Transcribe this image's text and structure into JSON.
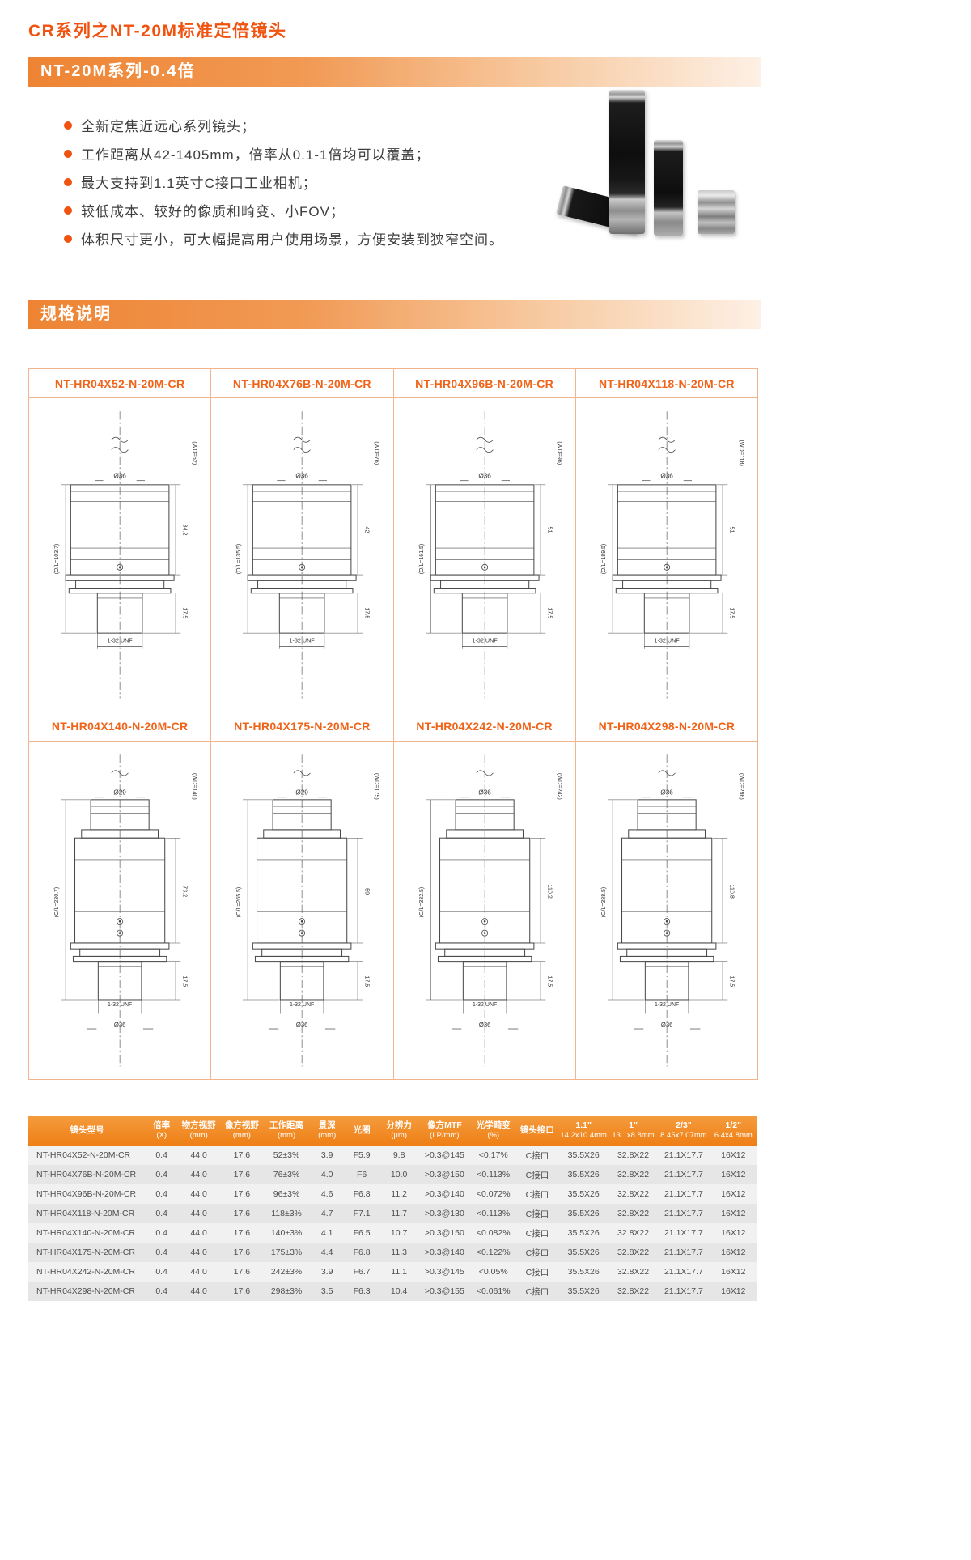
{
  "page": {
    "title": "CR系列之NT-20M标准定倍镜头",
    "series_banner": "NT-20M系列-0.4倍",
    "spec_banner": "规格说明",
    "accent_color": "#f0520f"
  },
  "features": [
    "全新定焦近远心系列镜头；",
    "工作距离从42-1405mm，倍率从0.1-1倍均可以覆盖；",
    "最大支持到1.1英寸C接口工业相机；",
    "较低成本、较好的像质和畸变、小FOV；",
    "体积尺寸更小，可大幅提高用户使用场景，方便安装到狭窄空间。"
  ],
  "drawings": [
    {
      "model": "NT-HR04X52-N-20M-CR",
      "variant": "short",
      "wd": "(WD=52)",
      "dia": "Ø36",
      "len": "(O/L=103.7)",
      "side1": "34.2",
      "side2": "17.5",
      "thread": "1-32 UNF",
      "dia2": ""
    },
    {
      "model": "NT-HR04X76B-N-20M-CR",
      "variant": "short",
      "wd": "(WD=76)",
      "dia": "Ø36",
      "len": "(O/L=135.5)",
      "side1": "42",
      "side2": "17.5",
      "thread": "1-32 UNF",
      "dia2": ""
    },
    {
      "model": "NT-HR04X96B-N-20M-CR",
      "variant": "short",
      "wd": "(WD=96)",
      "dia": "Ø36",
      "len": "(O/L=161.5)",
      "side1": "51",
      "side2": "17.5",
      "thread": "1-32 UNF",
      "dia2": ""
    },
    {
      "model": "NT-HR04X118-N-20M-CR",
      "variant": "short",
      "wd": "(WD=118)",
      "dia": "Ø36",
      "len": "(O/L=189.5)",
      "side1": "51",
      "side2": "17.5",
      "thread": "1-32 UNF",
      "dia2": ""
    },
    {
      "model": "NT-HR04X140-N-20M-CR",
      "variant": "tall",
      "wd": "(WD=140)",
      "dia": "Ø29",
      "len": "(O/L=230.7)",
      "side1": "73.2",
      "side2": "17.5",
      "thread": "1-32 UNF",
      "dia2": "Ø36"
    },
    {
      "model": "NT-HR04X175-N-20M-CR",
      "variant": "tall",
      "wd": "(WD=175)",
      "dia": "Ø29",
      "len": "(O/L=265.5)",
      "side1": "59",
      "side2": "17.5",
      "thread": "1-32 UNF",
      "dia2": "Ø36"
    },
    {
      "model": "NT-HR04X242-N-20M-CR",
      "variant": "tall",
      "wd": "(WD=242)",
      "dia": "Ø36",
      "len": "(O/L=332.5)",
      "side1": "110.2",
      "side2": "17.5",
      "thread": "1-32 UNF",
      "dia2": "Ø36"
    },
    {
      "model": "NT-HR04X298-N-20M-CR",
      "variant": "tall",
      "wd": "(WD=298)",
      "dia": "Ø36",
      "len": "(O/L=388.5)",
      "side1": "110.8",
      "side2": "17.5",
      "thread": "1-32 UNF",
      "dia2": "Ø36"
    }
  ],
  "table": {
    "headers": [
      {
        "l1": "镜头型号",
        "l2": ""
      },
      {
        "l1": "倍率",
        "l2": "(X)"
      },
      {
        "l1": "物方视野",
        "l2": "(mm)"
      },
      {
        "l1": "像方视野",
        "l2": "(mm)"
      },
      {
        "l1": "工作距离",
        "l2": "(mm)"
      },
      {
        "l1": "景深",
        "l2": "(mm)"
      },
      {
        "l1": "光圈",
        "l2": ""
      },
      {
        "l1": "分辨力",
        "l2": "(μm)"
      },
      {
        "l1": "像方MTF",
        "l2": "(LP/mm)"
      },
      {
        "l1": "光学畸变",
        "l2": "(%)"
      },
      {
        "l1": "镜头接口",
        "l2": ""
      },
      {
        "l1": "1.1\"",
        "l2": "14.2x10.4mm"
      },
      {
        "l1": "1\"",
        "l2": "13.1x8.8mm"
      },
      {
        "l1": "2/3\"",
        "l2": "8.45x7.07mm"
      },
      {
        "l1": "1/2\"",
        "l2": "6.4x4.8mm"
      }
    ],
    "rows": [
      [
        "NT-HR04X52-N-20M-CR",
        "0.4",
        "44.0",
        "17.6",
        "52±3%",
        "3.9",
        "F5.9",
        "9.8",
        ">0.3@145",
        "<0.17%",
        "C接口",
        "35.5X26",
        "32.8X22",
        "21.1X17.7",
        "16X12"
      ],
      [
        "NT-HR04X76B-N-20M-CR",
        "0.4",
        "44.0",
        "17.6",
        "76±3%",
        "4.0",
        "F6",
        "10.0",
        ">0.3@150",
        "<0.113%",
        "C接口",
        "35.5X26",
        "32.8X22",
        "21.1X17.7",
        "16X12"
      ],
      [
        "NT-HR04X96B-N-20M-CR",
        "0.4",
        "44.0",
        "17.6",
        "96±3%",
        "4.6",
        "F6.8",
        "11.2",
        ">0.3@140",
        "<0.072%",
        "C接口",
        "35.5X26",
        "32.8X22",
        "21.1X17.7",
        "16X12"
      ],
      [
        "NT-HR04X118-N-20M-CR",
        "0.4",
        "44.0",
        "17.6",
        "118±3%",
        "4.7",
        "F7.1",
        "11.7",
        ">0.3@130",
        "<0.113%",
        "C接口",
        "35.5X26",
        "32.8X22",
        "21.1X17.7",
        "16X12"
      ],
      [
        "NT-HR04X140-N-20M-CR",
        "0.4",
        "44.0",
        "17.6",
        "140±3%",
        "4.1",
        "F6.5",
        "10.7",
        ">0.3@150",
        "<0.082%",
        "C接口",
        "35.5X26",
        "32.8X22",
        "21.1X17.7",
        "16X12"
      ],
      [
        "NT-HR04X175-N-20M-CR",
        "0.4",
        "44.0",
        "17.6",
        "175±3%",
        "4.4",
        "F6.8",
        "11.3",
        ">0.3@140",
        "<0.122%",
        "C接口",
        "35.5X26",
        "32.8X22",
        "21.1X17.7",
        "16X12"
      ],
      [
        "NT-HR04X242-N-20M-CR",
        "0.4",
        "44.0",
        "17.6",
        "242±3%",
        "3.9",
        "F6.7",
        "11.1",
        ">0.3@145",
        "<0.05%",
        "C接口",
        "35.5X26",
        "32.8X22",
        "21.1X17.7",
        "16X12"
      ],
      [
        "NT-HR04X298-N-20M-CR",
        "0.4",
        "44.0",
        "17.6",
        "298±3%",
        "3.5",
        "F6.3",
        "10.4",
        ">0.3@155",
        "<0.061%",
        "C接口",
        "35.5X26",
        "32.8X22",
        "21.1X17.7",
        "16X12"
      ]
    ]
  }
}
